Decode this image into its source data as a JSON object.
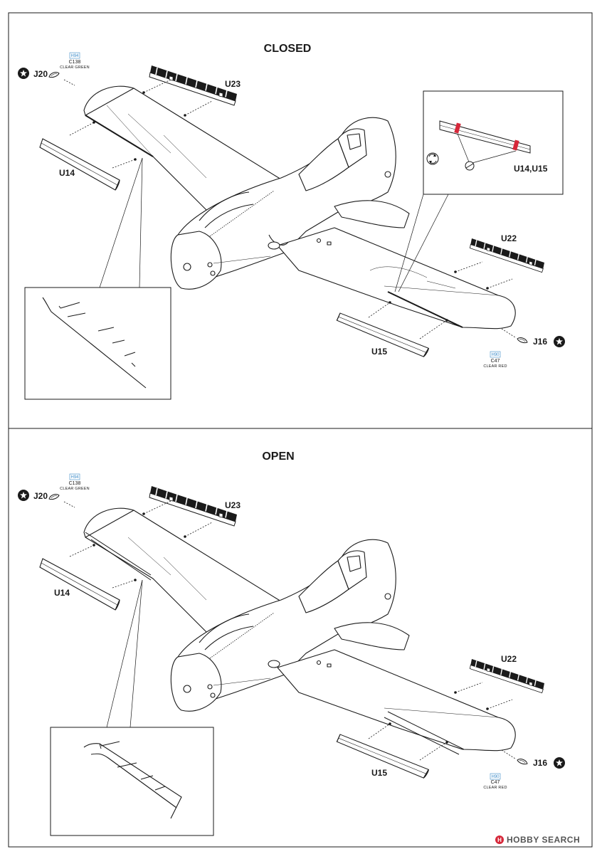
{
  "closed": {
    "title": "CLOSED",
    "parts": {
      "u23": "U23",
      "u14": "U14",
      "u22": "U22",
      "u15": "U15",
      "j20": "J20",
      "j16": "J16",
      "u14_u15": "U14,U15"
    },
    "left_light": {
      "code": "H94",
      "part": "C138",
      "color_name": "CLEAR GREEN"
    },
    "right_light": {
      "code": "H90",
      "part": "C47",
      "color_name": "CLEAR RED"
    }
  },
  "open": {
    "title": "OPEN",
    "parts": {
      "u23": "U23",
      "u14": "U14",
      "u22": "U22",
      "u15": "U15",
      "j20": "J20",
      "j16": "J16"
    },
    "left_light": {
      "code": "H94",
      "part": "C138",
      "color_name": "CLEAR GREEN"
    },
    "right_light": {
      "code": "H90",
      "part": "C47",
      "color_name": "CLEAR RED"
    }
  },
  "watermark": {
    "text": "HOBBY SEARCH"
  },
  "colors": {
    "red_mark": "#d6283a",
    "code_blue": "#3b8bc9",
    "line": "#1a1a1a",
    "fill": "#ffffff"
  }
}
